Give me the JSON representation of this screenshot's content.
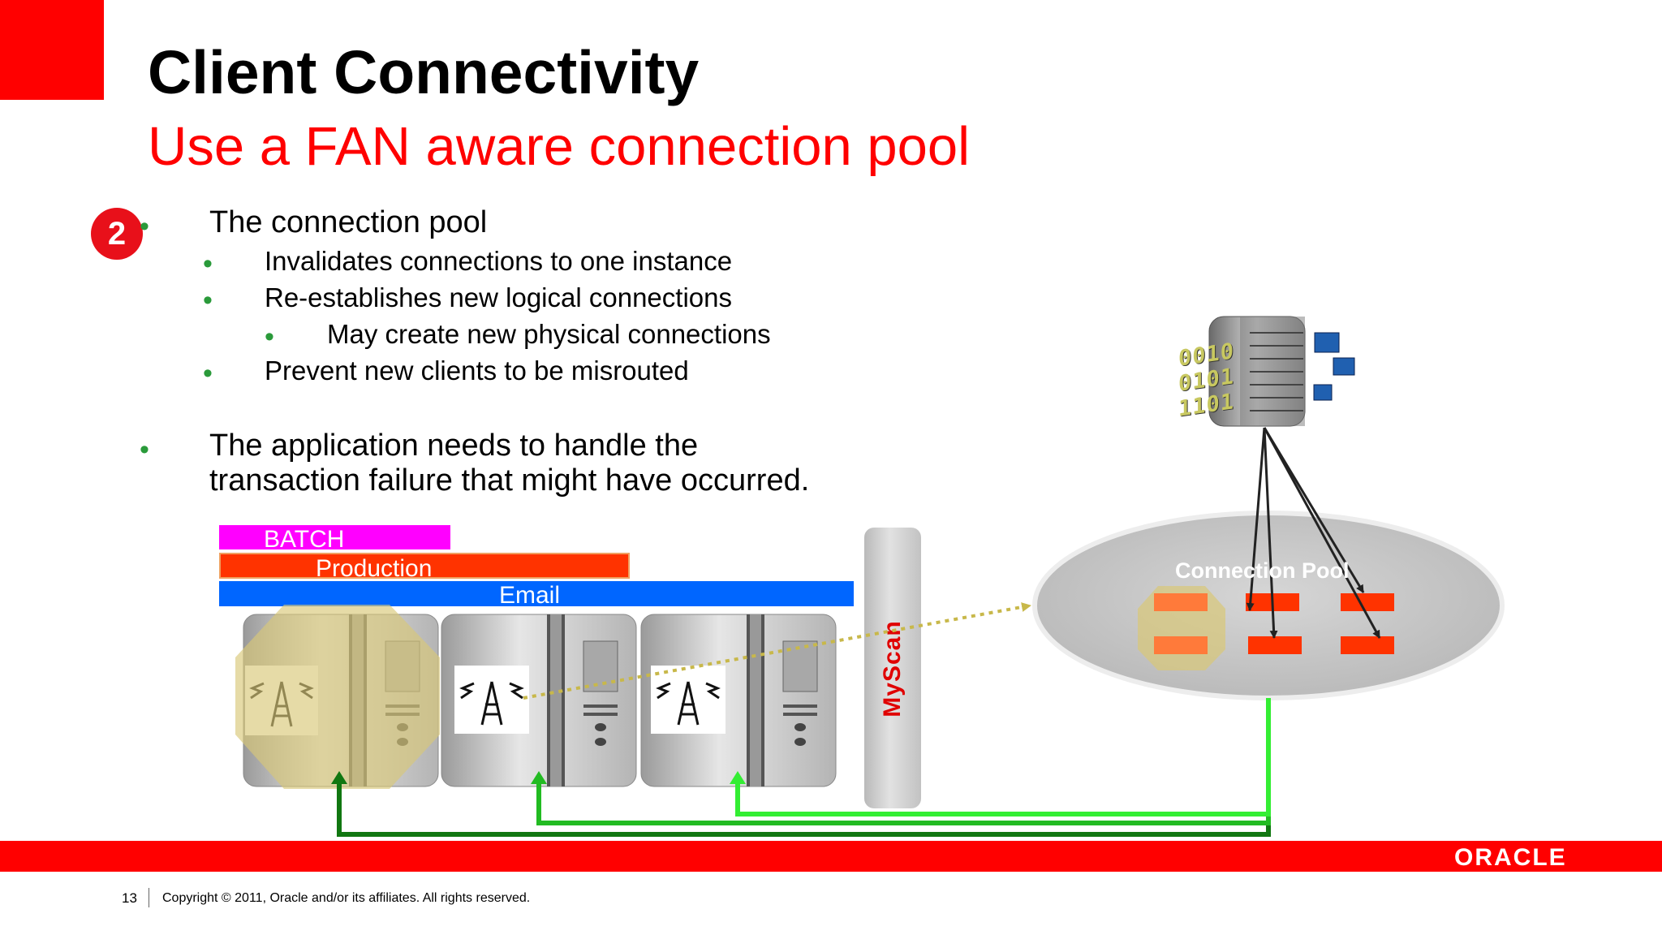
{
  "slide": {
    "title": "Client Connectivity",
    "subtitle": "Use a FAN aware connection pool",
    "step_number": "2"
  },
  "bullets": [
    {
      "level": 1,
      "text": "The connection pool"
    },
    {
      "level": 2,
      "text": "Invalidates connections to one instance"
    },
    {
      "level": 2,
      "text": "Re-establishes new logical connections"
    },
    {
      "level": 3,
      "text": "May create new physical connections"
    },
    {
      "level": 2,
      "text": "Prevent new clients to be misrouted"
    },
    {
      "level": 1,
      "text": "The application needs to handle the"
    },
    {
      "level": 1,
      "text": "transaction failure that might have occurred."
    }
  ],
  "diagram": {
    "services": [
      {
        "name": "BATCH",
        "color": "#ff00ff"
      },
      {
        "name": "Production",
        "color": "#ff3300"
      },
      {
        "name": "Email",
        "color": "#0066ff"
      }
    ],
    "scan_label": "MyScan",
    "pool_label": "Connection Pool",
    "binary_lines": [
      "0010",
      "0101",
      "1101"
    ],
    "colors": {
      "failed_instance": "#d8c878",
      "connection": "#ff3300",
      "link_dark_green": "#117711",
      "link_green": "#22bb22",
      "link_light_green": "#33ee33",
      "fan_event": "#c8b84a"
    }
  },
  "footer": {
    "logo": "ORACLE",
    "page_number": "13",
    "copyright": "Copyright © 2011, Oracle and/or its affiliates. All rights reserved."
  }
}
